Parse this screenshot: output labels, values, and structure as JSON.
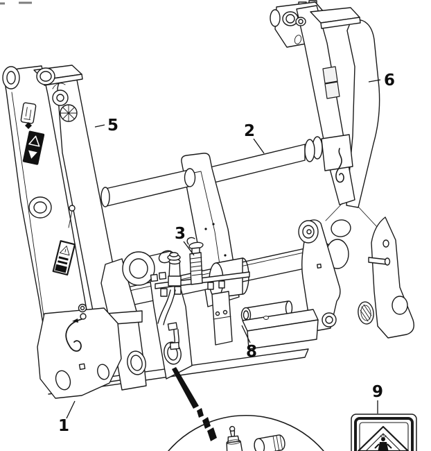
{
  "diagram": {
    "colors": {
      "background": "#ffffff",
      "line": "#1a1a1a",
      "decal_black": "#111111",
      "corner_mark_gray": "#7d7d7d"
    },
    "callouts": [
      {
        "label": "1"
      },
      {
        "label": "2"
      },
      {
        "label": "3"
      },
      {
        "label": "5"
      },
      {
        "label": "6"
      },
      {
        "label": "8"
      },
      {
        "label": "9"
      }
    ],
    "decals": {
      "bottom_right_sticker": "warning-triangle-icon",
      "left_arm_black_sticker": "hazard-chevron-icon",
      "left_arm_mid_sticker": "crush-warning-icon"
    }
  }
}
